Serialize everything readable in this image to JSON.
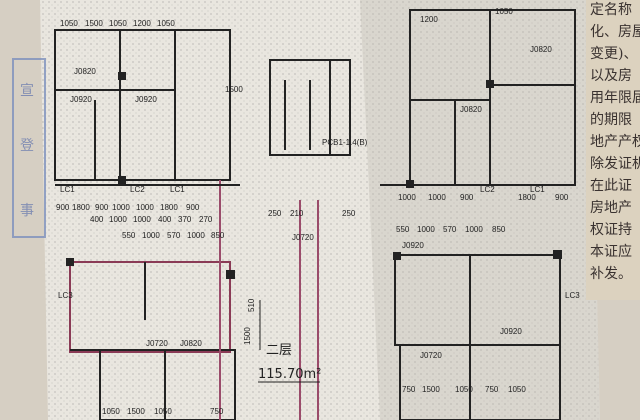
{
  "document": {
    "type": "floor-plan-photo",
    "stamp_text": [
      "宣",
      "登",
      "事"
    ],
    "certificate_text": [
      "定名称",
      "化、房屋",
      "变更)、",
      "以及房",
      "用年限届",
      "的期限",
      "地产产权",
      "除发证机",
      "在此证",
      "房地产",
      "权证持",
      "本证应",
      "补发。"
    ],
    "floor_label": "二层",
    "area": "115.70m²",
    "stair_dim": "1500",
    "stair_dim2": "510",
    "top_dims": [
      "1050",
      "1500",
      "1050",
      "1200",
      "1050"
    ],
    "top_right_dims": [
      "1200",
      "1050"
    ],
    "mid_left_dims": [
      "900",
      "1800",
      "900",
      "1000",
      "1000",
      "1800",
      "900"
    ],
    "mid_right_dims": [
      "1000",
      "1000",
      "900",
      "1800",
      "900"
    ],
    "mid_left_sub": [
      "400",
      "1000",
      "1000",
      "400",
      "370",
      "270"
    ],
    "left_lower_dims": [
      "550",
      "1000",
      "570",
      "1000",
      "850"
    ],
    "right_lower_dims": [
      "550",
      "1000",
      "570",
      "1000",
      "850"
    ],
    "bottom_left_dims": [
      "1050",
      "1500",
      "1050",
      "750"
    ],
    "bottom_right_dims": [
      "750",
      "1500",
      "1050",
      "750",
      "1050"
    ],
    "window_labels": [
      "LC1",
      "LC2",
      "LC1",
      "LC3",
      "LC3",
      "LC2",
      "LC1"
    ],
    "door_labels": [
      "J0820",
      "J0920",
      "J0920",
      "J0820",
      "J0820",
      "J0720",
      "J0920",
      "J0720",
      "J0820",
      "J0920",
      "J0720"
    ],
    "stair_note": "PCB1-1.4(B)",
    "small_dims": [
      "250",
      "210",
      "250",
      "1500"
    ]
  }
}
